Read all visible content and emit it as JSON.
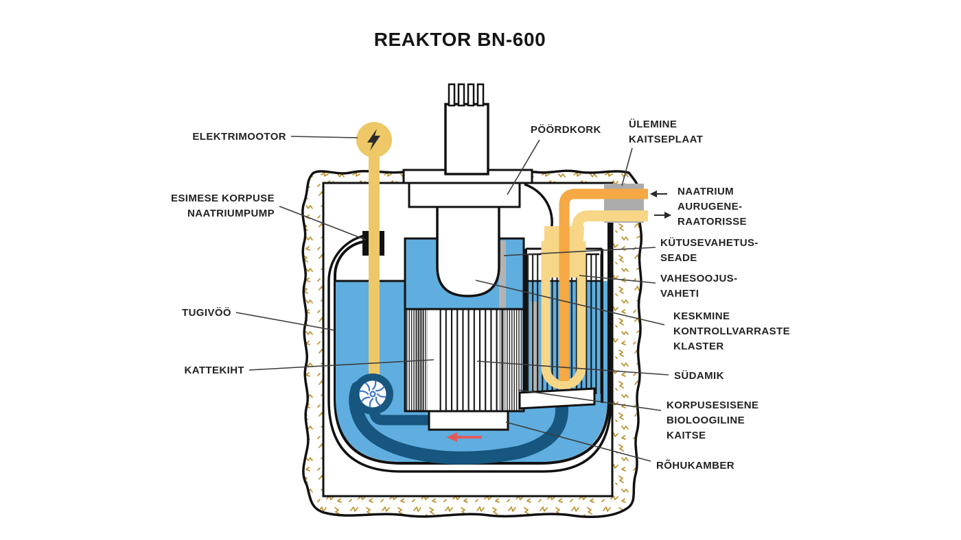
{
  "title": "REAKTOR BN-600",
  "labels": [
    {
      "id": "elektrimootor",
      "lines": [
        "ELEKTRIMOOTOR"
      ]
    },
    {
      "id": "esimese-korpuse-naatriumpump",
      "lines": [
        "ESIMESE KORPUSE",
        "NAATRIUMPUMP"
      ]
    },
    {
      "id": "tugivoo",
      "lines": [
        "TUGIVÖÖ"
      ]
    },
    {
      "id": "kattekiht",
      "lines": [
        "KATTEKIHT"
      ]
    },
    {
      "id": "poordkork",
      "lines": [
        "PÖÖRDKORK"
      ]
    },
    {
      "id": "ulemine-kaitseplaat",
      "lines": [
        "ÜLEMINE",
        "KAITSEPLAAT"
      ]
    },
    {
      "id": "naatrium-aurugeneraatorisse",
      "lines": [
        "NAATRIUM",
        "AURUGENE-",
        "RAATORISSE"
      ]
    },
    {
      "id": "kutusevahetusseade",
      "lines": [
        "KÜTUSEVAHETUS-",
        "SEADE"
      ]
    },
    {
      "id": "vahesoojusvaheti",
      "lines": [
        "VAHESOOJUS-",
        "VAHETI"
      ]
    },
    {
      "id": "keskmine-kontrollvarraste-klaster",
      "lines": [
        "KESKMINE",
        "KONTROLLVARRASTE",
        "KLASTER"
      ]
    },
    {
      "id": "sudamik",
      "lines": [
        "SÜDAMIK"
      ]
    },
    {
      "id": "korpusesisene-bioloogiline-kaitse",
      "lines": [
        "KORPUSESISENE",
        "BIOLOOGILINE",
        "KAITSE"
      ]
    },
    {
      "id": "rohukamber",
      "lines": [
        "RÕHUKAMBER"
      ]
    }
  ],
  "icons": {
    "lightning": "lightning-bolt-icon",
    "pump_impeller": "pump-impeller-icon",
    "flow_in_arrow": "arrow-left-icon",
    "flow_out_arrow": "arrow-right-icon",
    "flow_direction_arrow": "arrow-left-icon"
  },
  "colors": {
    "sodium_blue": "#5FAEDF",
    "dark_pipe_blue": "#16567F",
    "impeller_blue": "#3E74C9",
    "shaft_yellow": "#EEC866",
    "light_pipe_yellow": "#F7D687",
    "orange_pipe": "#F5A843",
    "plate_gray": "#ACACAC",
    "device_gray": "#B3B3B3",
    "concrete_gold": "#BE9434",
    "flow_arrow_red": "#E25B5B",
    "outline_black": "#111111",
    "text_dark": "#222222"
  }
}
